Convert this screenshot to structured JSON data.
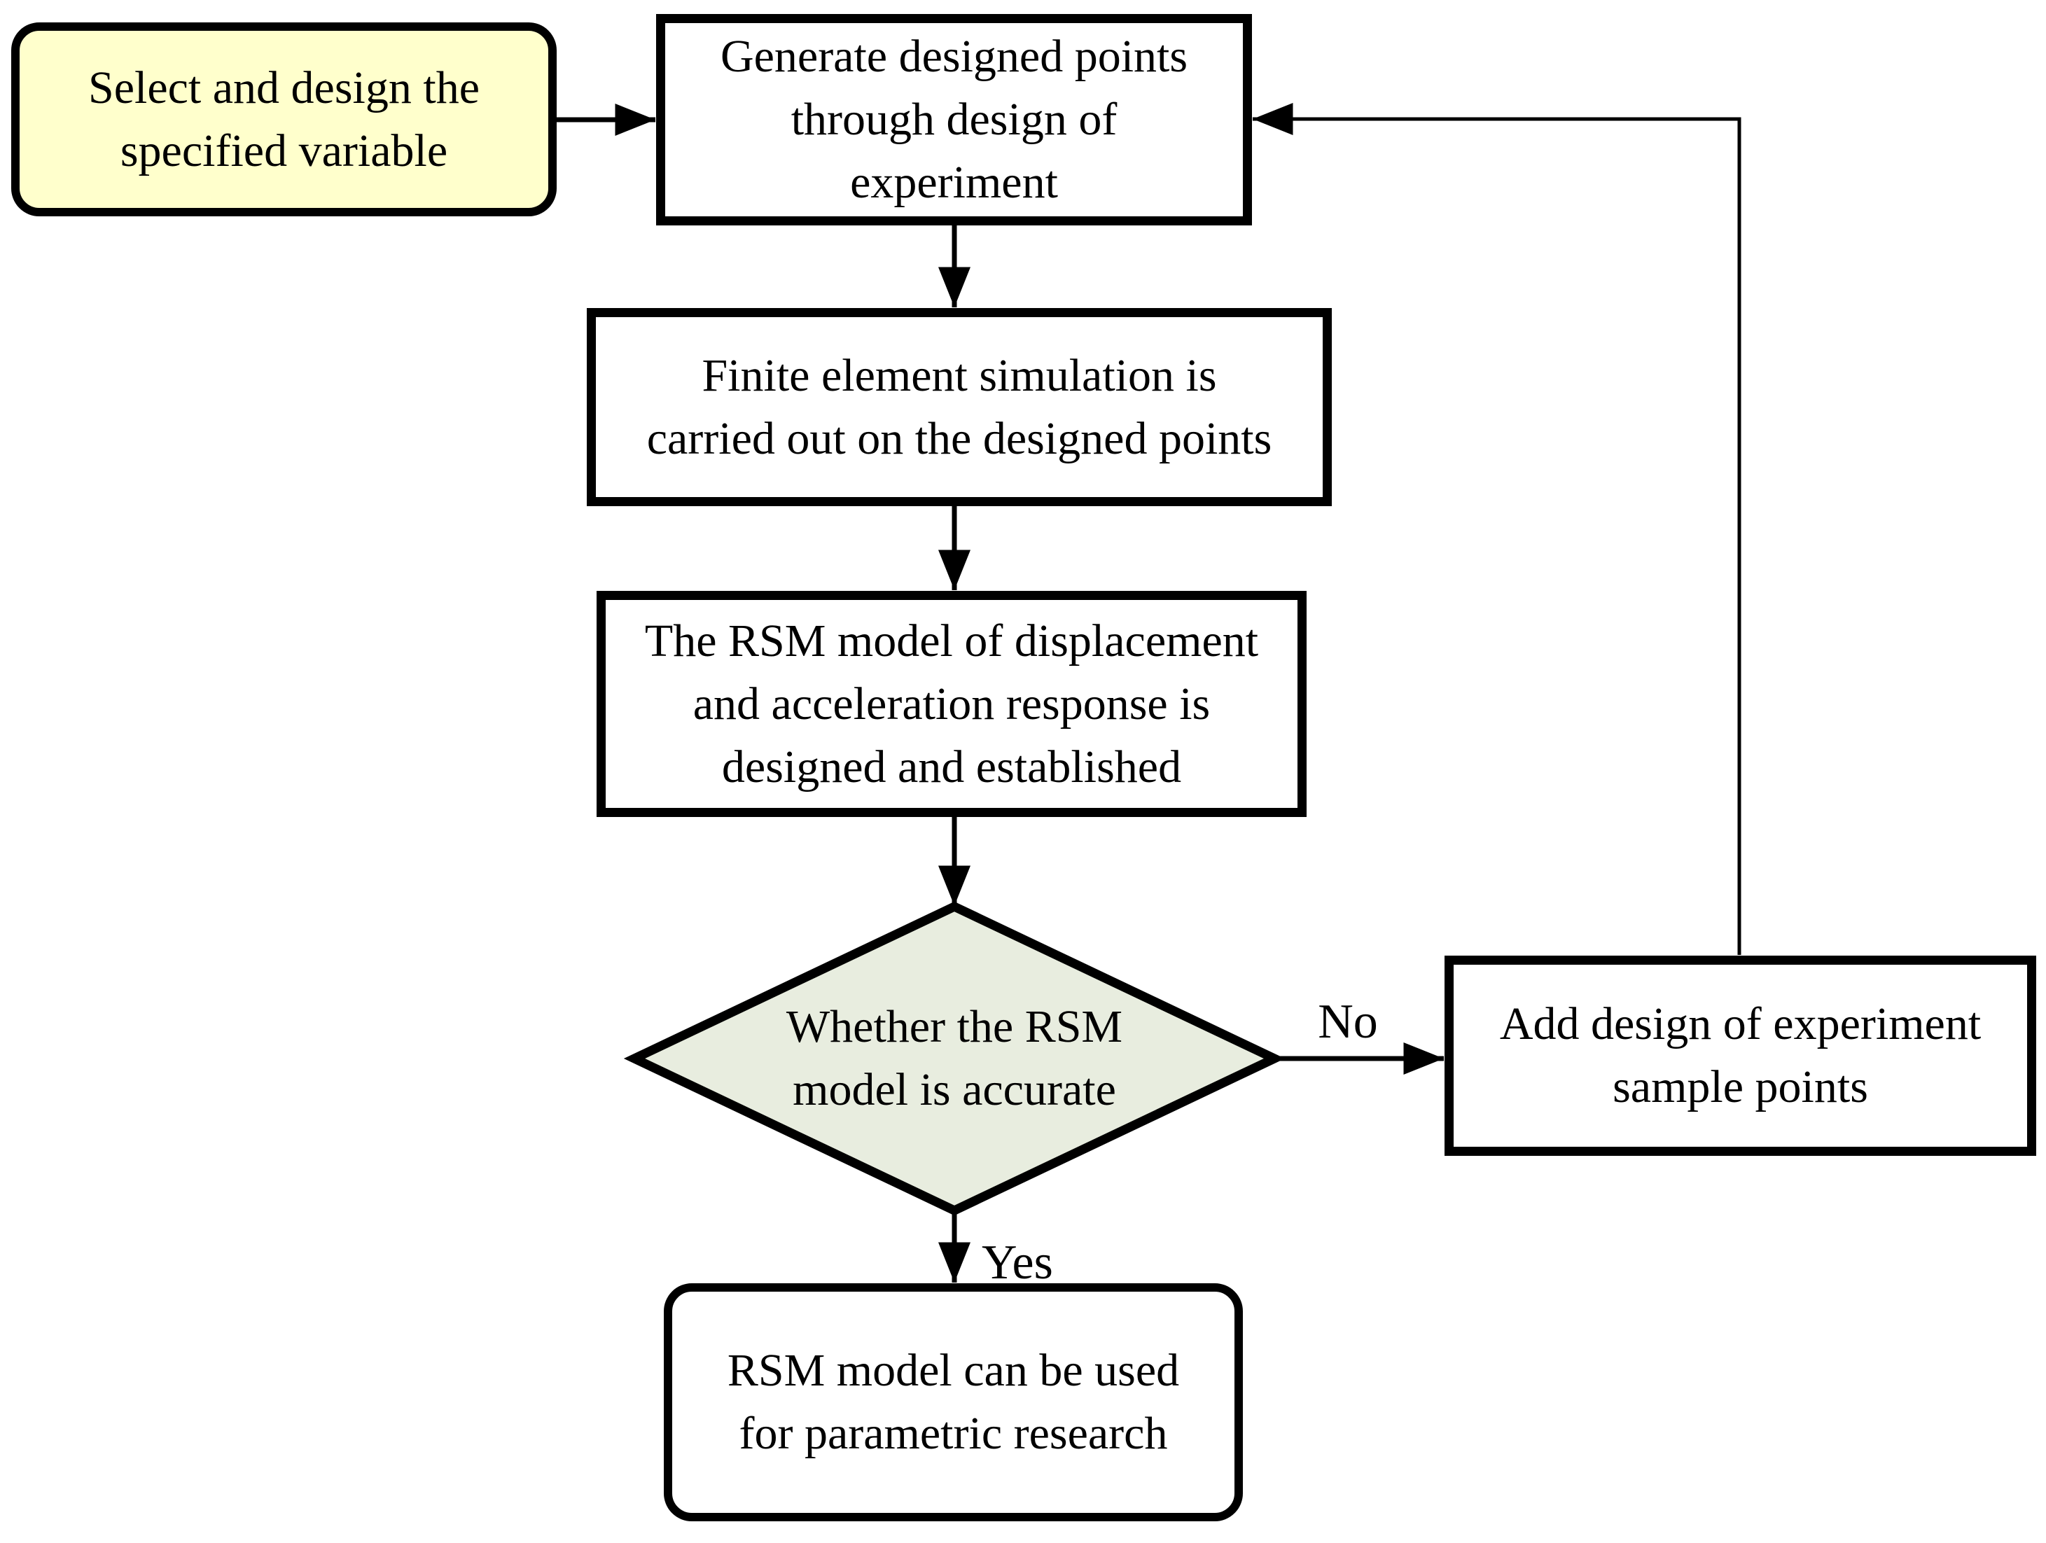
{
  "figure": {
    "type": "flowchart",
    "background": "#FFFFFF"
  },
  "colors": {
    "start_fill": "#FFFFCC",
    "decision_fill": "#E8EDDF",
    "node_fill": "#FFFFFF",
    "line": "#000000",
    "text": "#000000"
  },
  "nodes": {
    "start": {
      "type": "terminator",
      "lines": [
        "Select and design the",
        "specified variable"
      ]
    },
    "generate": {
      "type": "process",
      "lines": [
        "Generate designed points",
        "through design of",
        "experiment"
      ]
    },
    "finite": {
      "type": "process",
      "lines": [
        "Finite element simulation is",
        "carried out on the designed points"
      ]
    },
    "rsm": {
      "type": "process",
      "lines": [
        "The RSM model of displacement",
        "and acceleration response is",
        "designed and established"
      ]
    },
    "decision": {
      "type": "decision",
      "lines": [
        "Whether the RSM",
        "model is accurate"
      ]
    },
    "add": {
      "type": "process",
      "lines": [
        "Add design of experiment",
        "sample points"
      ]
    },
    "result": {
      "type": "terminator",
      "lines": [
        "RSM model can be used",
        "for parametric research"
      ]
    }
  },
  "edge_labels": {
    "no": "No",
    "yes": "Yes"
  },
  "connections": [
    {
      "from": "start",
      "to": "generate",
      "label": ""
    },
    {
      "from": "generate",
      "to": "finite",
      "label": ""
    },
    {
      "from": "finite",
      "to": "rsm",
      "label": ""
    },
    {
      "from": "rsm",
      "to": "decision",
      "label": ""
    },
    {
      "from": "decision",
      "to": "add",
      "label": "No"
    },
    {
      "from": "decision",
      "to": "result",
      "label": "Yes"
    },
    {
      "from": "add",
      "to": "generate",
      "label": ""
    }
  ]
}
